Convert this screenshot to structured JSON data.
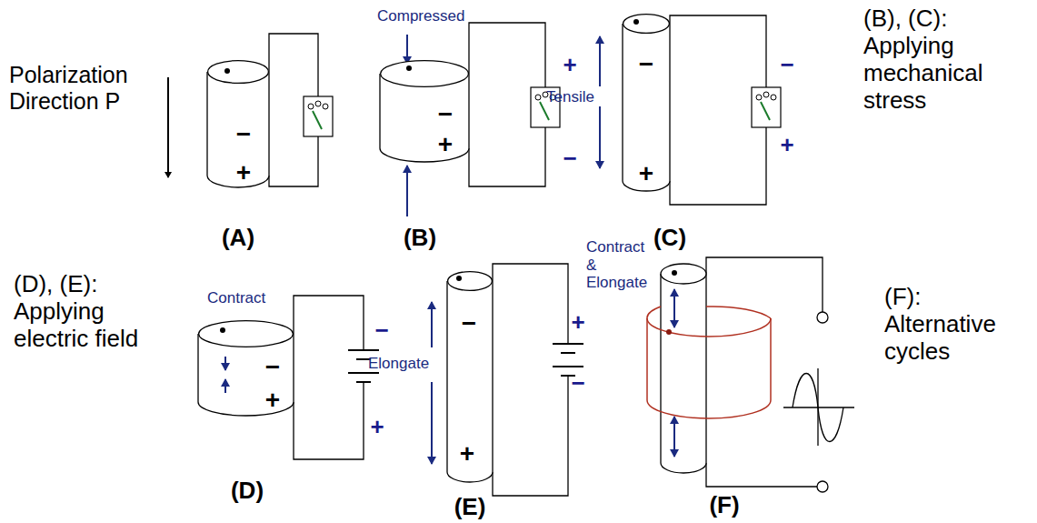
{
  "diagram": {
    "nodes": [
      {
        "text": [
          "−",
          "+"
        ]
      },
      {
        "text": [
          "−",
          "+"
        ]
      },
      {
        "text": [
          "−",
          "+"
        ]
      },
      {
        "text": [
          "−",
          "+"
        ]
      },
      {
        "text": [
          "−",
          "+"
        ]
      }
    ],
    "labels": [
      "Polarization Direction P",
      "(B), (C): Applying mechanical stress",
      "(A)",
      "(B)",
      "(C)",
      "Compressed",
      "+",
      "−",
      "Tensile",
      "−",
      "+",
      "(D), (E): Applying electric field",
      "Contract",
      "−",
      "+",
      "Elongate",
      "+",
      "−",
      "Contract & Elongate",
      "(F): Alternative cycles",
      "(D)",
      "(E)",
      "(F)"
    ]
  }
}
